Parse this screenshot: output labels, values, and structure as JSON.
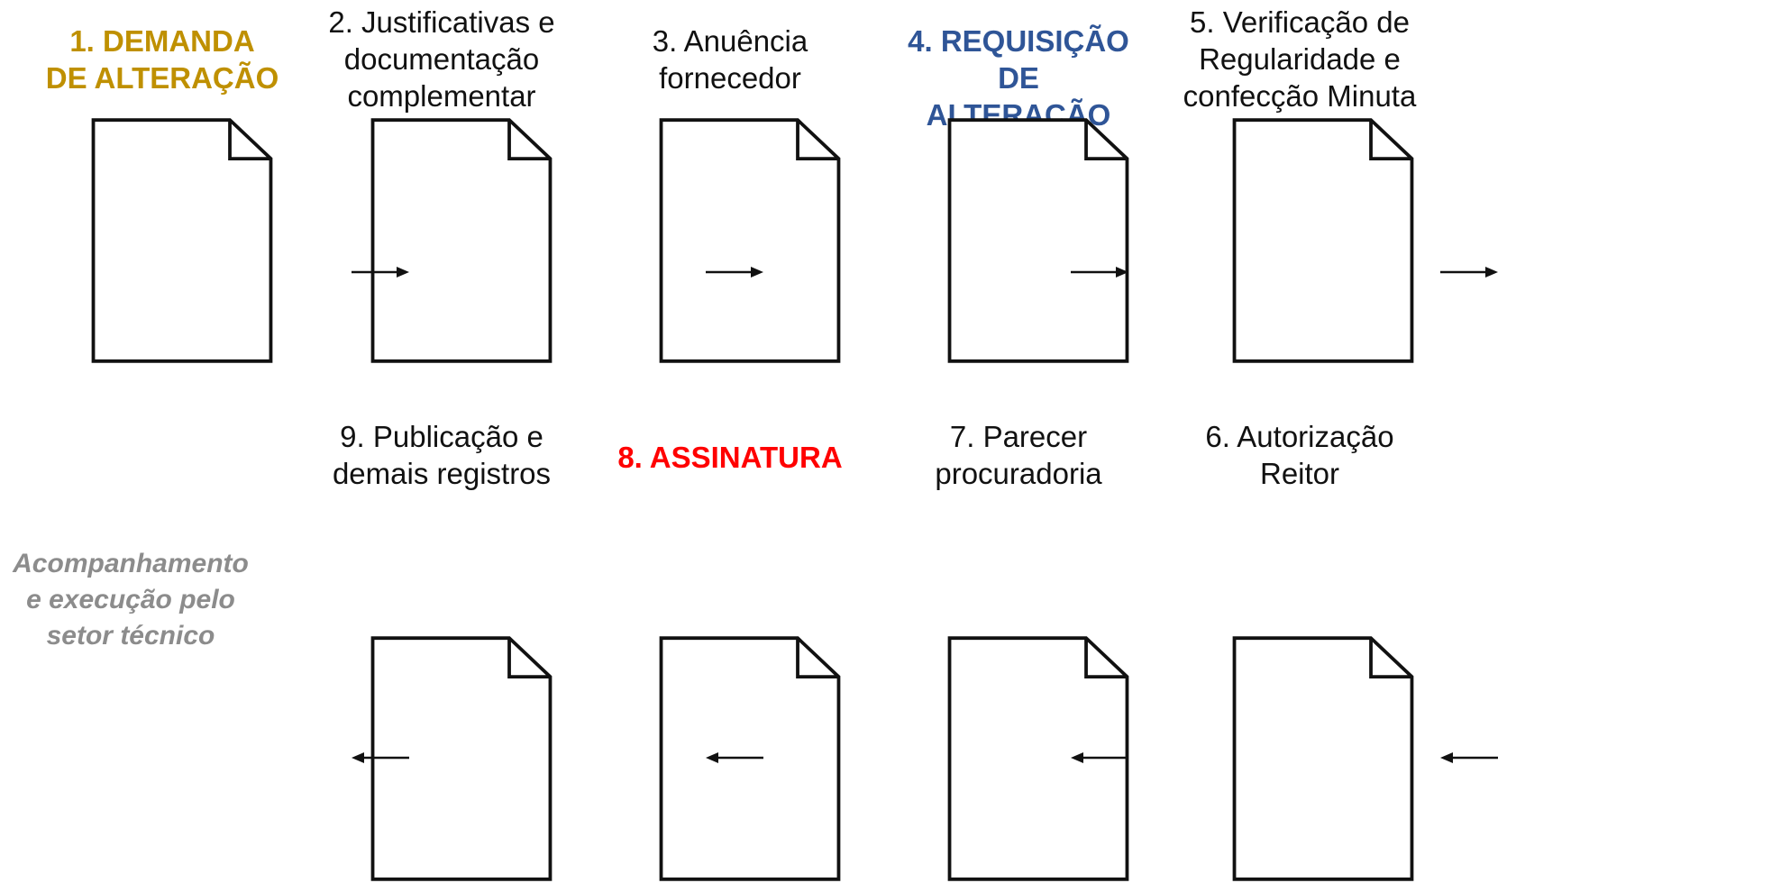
{
  "colors": {
    "gold": "#BF9000",
    "blue": "#2F5597",
    "red": "#FF0000",
    "gray": "#8C8C8C",
    "black": "#111111"
  },
  "steps": [
    {
      "label": "1. DEMANDA\nDE ALTERAÇÃO",
      "color": "#BF9000",
      "bold": true
    },
    {
      "label": "2. Justificativas e\ndocumentação\ncomplementar",
      "color": "#111111",
      "bold": false
    },
    {
      "label": "3. Anuência\nfornecedor",
      "color": "#111111",
      "bold": false
    },
    {
      "label": "4. REQUISIÇÃO DE\nALTERAÇÃO",
      "color": "#2F5597",
      "bold": true
    },
    {
      "label": "5. Verificação de\nRegularidade e\nconfecção Minuta",
      "color": "#111111",
      "bold": false
    },
    {
      "label": "6. Autorização\nReitor",
      "color": "#111111",
      "bold": false
    },
    {
      "label": "7. Parecer\nprocuradoria",
      "color": "#111111",
      "bold": false
    },
    {
      "label": "8. ASSINATURA",
      "color": "#FF0000",
      "bold": true
    },
    {
      "label": "9. Publicação e\ndemais registros",
      "color": "#111111",
      "bold": false
    }
  ],
  "final_note": "Acompanhamento\ne execução pelo\nsetor técnico",
  "icons": {
    "document": "document-icon",
    "arrow_right": "arrow-right-icon",
    "arrow_left": "arrow-left-icon"
  }
}
